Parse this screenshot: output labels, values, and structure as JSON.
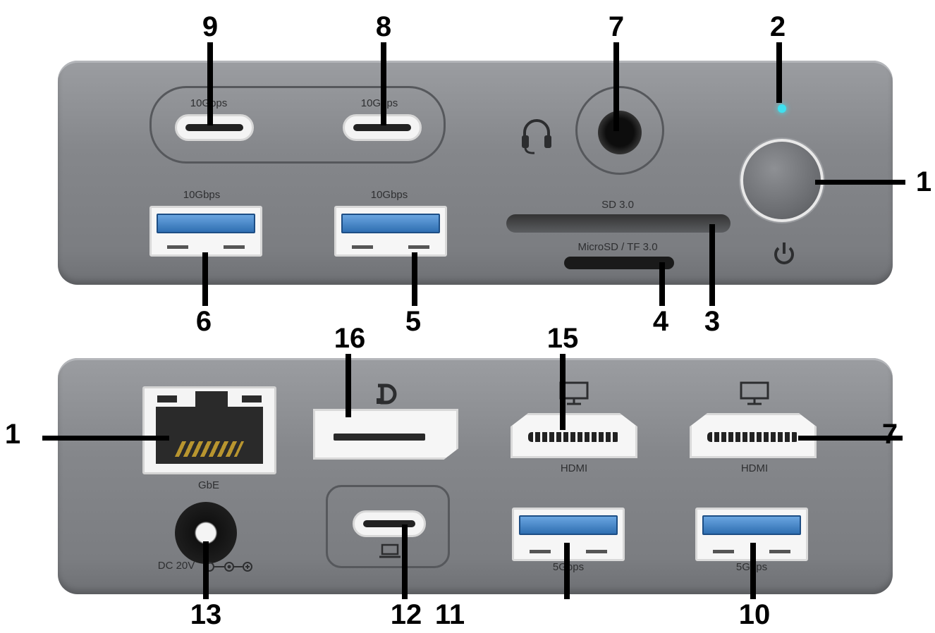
{
  "callouts_top": [
    {
      "id": "9"
    },
    {
      "id": "8"
    },
    {
      "id": "7"
    },
    {
      "id": "2"
    },
    {
      "id": "1"
    },
    {
      "id": "6"
    },
    {
      "id": "5"
    },
    {
      "id": "4"
    },
    {
      "id": "3"
    }
  ],
  "callouts_bottom": {
    "n16": "16",
    "n15": "15",
    "n1": "1",
    "n7": "7",
    "n13": "13",
    "n12": "12",
    "n11": "11",
    "n10": "10"
  },
  "top_labels": {
    "usbc_left": "10Gbps",
    "usbc_right": "10Gbps",
    "usba_left": "10Gbps",
    "usba_right": "10Gbps",
    "sd": "SD 3.0",
    "microsd": "MicroSD / TF 3.0"
  },
  "bottom_labels": {
    "gbe": "GbE",
    "dc": "DC 20V",
    "hdmi_left": "HDMI",
    "hdmi_right": "HDMI",
    "usba_left": "5Gbps",
    "usba_right": "5Gbps"
  },
  "icons": {
    "headphone": "headphone-icon",
    "power": "power-icon",
    "displayport": "displayport-icon",
    "monitor": "monitor-icon",
    "laptop": "laptop-icon",
    "polarity": "dc-polarity-icon"
  }
}
